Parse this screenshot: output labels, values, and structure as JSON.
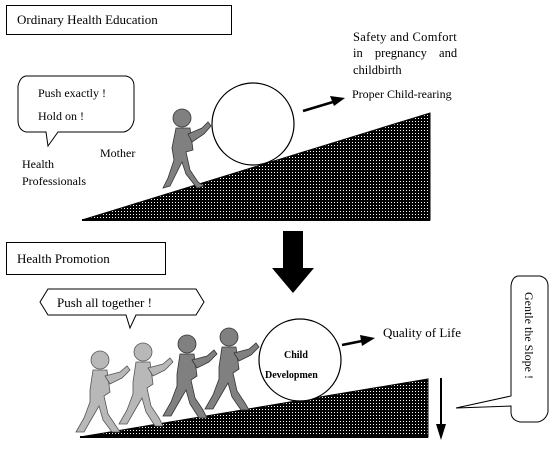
{
  "top": {
    "section_title": "Ordinary Health Education",
    "speech_line1": "Push exactly !",
    "speech_line2": "Hold on !",
    "label_health_pro_line1": "Health",
    "label_health_pro_line2": "Professionals",
    "label_mother": "Mother",
    "goal_line1": "Safety and Comfort",
    "goal_line2": "in pregnancy and",
    "goal_line3": "childbirth",
    "goal_child_rearing": "Proper Child-rearing"
  },
  "bottom": {
    "section_title": "Health Promotion",
    "speech": "Push all together !",
    "ball_line1": "Child",
    "ball_line2": "Developmen",
    "goal": "Quality of Life",
    "side_callout": "Gentle the Slope !"
  },
  "colors": {
    "ink": "#000000",
    "figure_dark": "#808080",
    "figure_light": "#b8b8b8"
  },
  "icons": {
    "slope_fill": "dotted-black-hatch",
    "transition_arrow": "down-arrow-icon"
  }
}
